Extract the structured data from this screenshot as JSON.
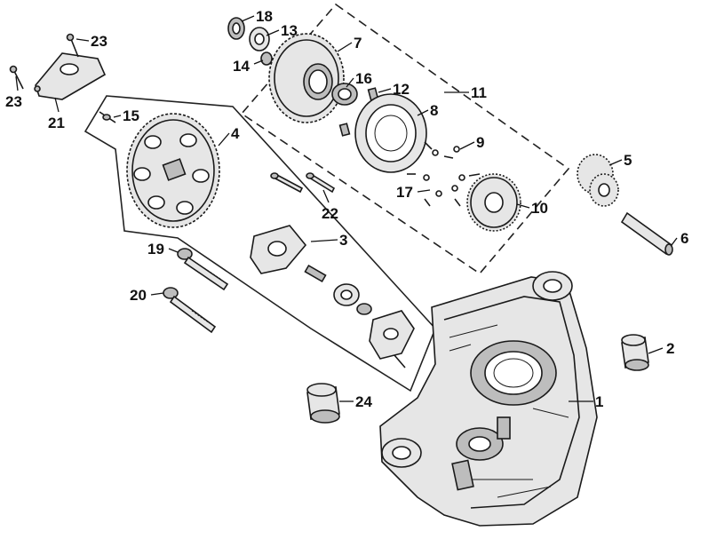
{
  "callouts": [
    {
      "id": "c1",
      "text": "1"
    },
    {
      "id": "c2",
      "text": "2"
    },
    {
      "id": "c3",
      "text": "3"
    },
    {
      "id": "c4",
      "text": "4"
    },
    {
      "id": "c5",
      "text": "5"
    },
    {
      "id": "c6",
      "text": "6"
    },
    {
      "id": "c7",
      "text": "7"
    },
    {
      "id": "c8",
      "text": "8"
    },
    {
      "id": "c9",
      "text": "9"
    },
    {
      "id": "c10",
      "text": "10"
    },
    {
      "id": "c11",
      "text": "11"
    },
    {
      "id": "c12",
      "text": "12"
    },
    {
      "id": "c13",
      "text": "13"
    },
    {
      "id": "c14",
      "text": "14"
    },
    {
      "id": "c15",
      "text": "15"
    },
    {
      "id": "c16",
      "text": "16"
    },
    {
      "id": "c17",
      "text": "17"
    },
    {
      "id": "c18",
      "text": "18"
    },
    {
      "id": "c19",
      "text": "19"
    },
    {
      "id": "c20",
      "text": "20"
    },
    {
      "id": "c21",
      "text": "21"
    },
    {
      "id": "c22",
      "text": "22"
    },
    {
      "id": "c23a",
      "text": "23"
    },
    {
      "id": "c23b",
      "text": "23"
    },
    {
      "id": "c24",
      "text": "24"
    }
  ]
}
